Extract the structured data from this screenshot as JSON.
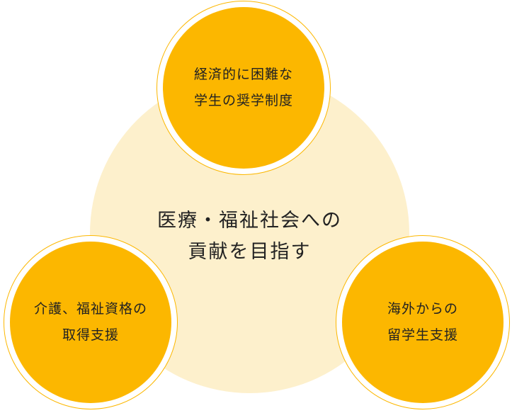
{
  "center": {
    "line1": "医療・福祉社会への",
    "line2": "貢献を目指す"
  },
  "circles": [
    {
      "line1": "経済的に困難な",
      "line2": "学生の奨学制度"
    },
    {
      "line1": "介護、福祉資格の",
      "line2": "取得支援"
    },
    {
      "line1": "海外からの",
      "line2": "留学生支援"
    }
  ],
  "colors": {
    "accent": "#fcb700",
    "background_circle": "#fdf0cc"
  }
}
